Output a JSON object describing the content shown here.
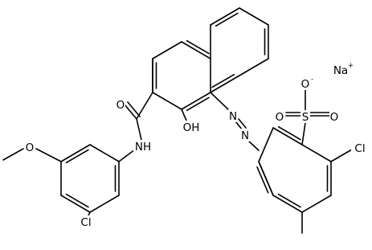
{
  "molecule": {
    "labels": {
      "cl_bottom": "Cl",
      "methoxy_o": "O",
      "amide_nh": "NH",
      "carbonyl_o": "O",
      "hydroxyl": "OH",
      "azo_n1": "N",
      "azo_n2": "N",
      "sulfur": "S",
      "sulfonyl_o_left": "O",
      "sulfonyl_o_right": "O",
      "sulfonate_o": "O",
      "sulfonate_charge": "-",
      "cl_right": "Cl",
      "sodium": "Na",
      "sodium_charge": "+"
    }
  }
}
